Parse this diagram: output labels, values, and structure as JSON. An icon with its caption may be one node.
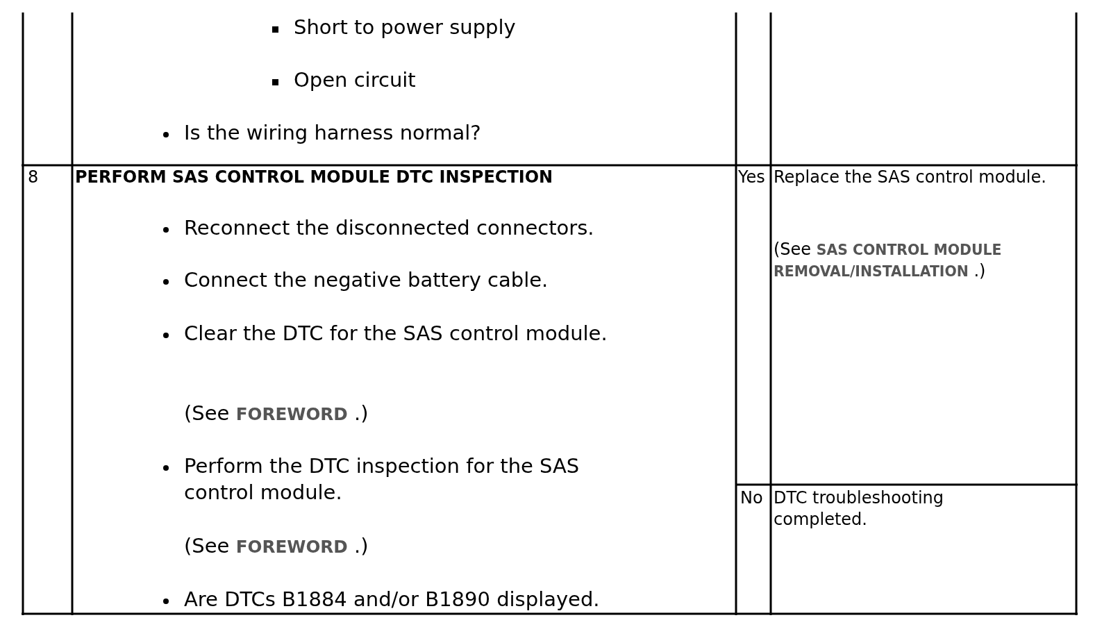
{
  "diagram": {
    "labels": [
      "Short to power supply",
      "Open circuit",
      "Is the wiring harness normal?",
      "8",
      "PERFORM SAS CONTROL MODULE DTC INSPECTION",
      "Reconnect the disconnected connectors.",
      "Connect the negative battery cable.",
      "Clear the DTC for the SAS control module.",
      "(See **FOREWORD** .)",
      "Perform the DTC inspection for the SAS control module.",
      "(See **FOREWORD** .)",
      "Are DTCs B1884 and/or B1890 displayed.",
      "Yes",
      "Replace the SAS control module.",
      "(See **SAS CONTROL MODULE REMOVAL/INSTALLATION** .)",
      "No",
      "DTC troubleshooting completed."
    ]
  }
}
